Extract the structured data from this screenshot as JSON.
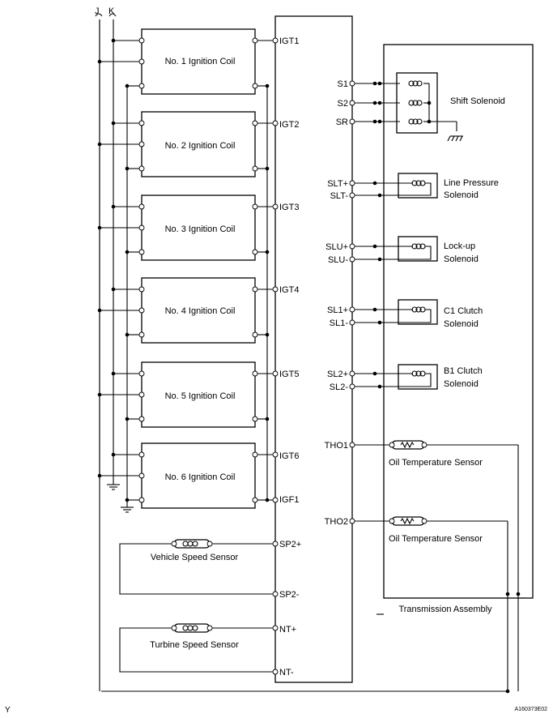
{
  "bus_labels": [
    "J",
    "K"
  ],
  "ignition": {
    "coils": [
      {
        "name": "No. 1 Ignition Coil",
        "pin": "IGT1"
      },
      {
        "name": "No. 2 Ignition Coil",
        "pin": "IGT2"
      },
      {
        "name": "No. 3 Ignition Coil",
        "pin": "IGT3"
      },
      {
        "name": "No. 4 Ignition Coil",
        "pin": "IGT4"
      },
      {
        "name": "No. 5 Ignition Coil",
        "pin": "IGT5"
      },
      {
        "name": "No. 6 Ignition Coil",
        "pin": "IGT6"
      }
    ],
    "igf_pin": "IGF1"
  },
  "speed_sensors": [
    {
      "name": "Vehicle Speed Sensor",
      "pins": [
        "SP2+",
        "SP2-"
      ]
    },
    {
      "name": "Turbine Speed Sensor",
      "pins": [
        "NT+",
        "NT-"
      ]
    }
  ],
  "shift_solenoid": {
    "name": "Shift Solenoid",
    "pins": [
      "S1",
      "S2",
      "SR"
    ]
  },
  "solenoids": [
    {
      "line1": "Line Pressure",
      "line2": "Solenoid",
      "pins": [
        "SLT+",
        "SLT-"
      ]
    },
    {
      "line1": "Lock-up",
      "line2": "Solenoid",
      "pins": [
        "SLU+",
        "SLU-"
      ]
    },
    {
      "line1": "C1 Clutch",
      "line2": "Solenoid",
      "pins": [
        "SL1+",
        "SL1-"
      ]
    },
    {
      "line1": "B1 Clutch",
      "line2": "Solenoid",
      "pins": [
        "SL2+",
        "SL2-"
      ]
    }
  ],
  "temp_sensors": [
    {
      "name": "Oil Temperature Sensor",
      "pin": "THO1"
    },
    {
      "name": "Oil Temperature Sensor",
      "pin": "THO2"
    }
  ],
  "assembly_label": "Transmission Assembly",
  "footer": {
    "left": "Y",
    "right": "A160373E02"
  }
}
